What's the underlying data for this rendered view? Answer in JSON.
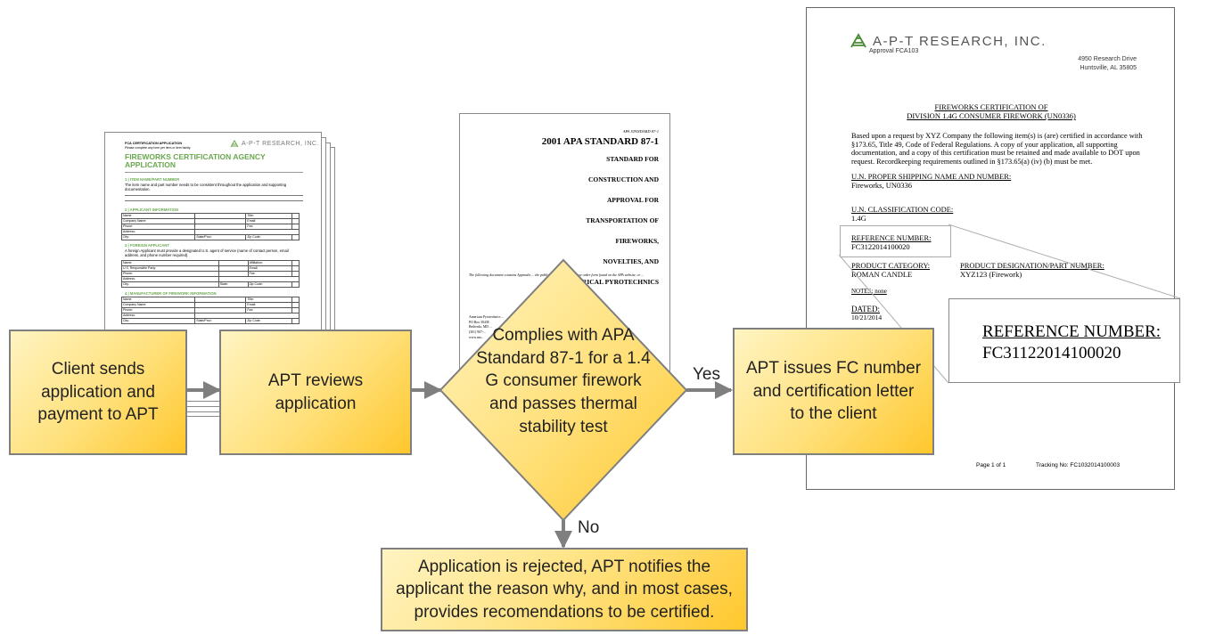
{
  "flow": {
    "step1": "Client sends\napplication and\npayment to APT",
    "step2": "APT reviews\napplication",
    "decision": "Complies with APA\nStandard 87-1 for a 1.4\nG consumer firework\nand passes thermal\nstability test",
    "yes_label": "Yes",
    "no_label": "No",
    "step3": "APT issues FC number\nand certification letter\nto the client",
    "rejected": "Application is rejected, APT notifies the\napplicant the reason why, and in most cases,\nprovides recomendations to be certified."
  },
  "application_form": {
    "header_small": "FCA CERTIFICATION APPLICATION",
    "header_sub": "Please complete any form per item or item family.",
    "logo": "A-P-T RESEARCH, INC.",
    "title": "FIREWORKS CERTIFICATION AGENCY\nAPPLICATION",
    "s1_title": "1 | ITEM NAME/PART NUMBER",
    "s1_text": "The item name and part number needs to be consistent throughout the application and supporting documentation.",
    "s2_title": "2 | APPLICANT INFORMATION",
    "s2_rows": [
      [
        "Name:",
        "Title:"
      ],
      [
        "Company Name:",
        "Email:"
      ],
      [
        "Phone:",
        "Fax:"
      ],
      [
        "Address:",
        ""
      ],
      [
        "City:",
        "State/Prov:",
        "Zip Code:"
      ]
    ],
    "s3_title": "3 | FOREIGN APPLICANT",
    "s3_text": "A foreign Applicant must provide a designated U.S. agent of service (name of contact person, email address, and phone number required).",
    "s3_rows": [
      [
        "Name:",
        "Affiliation:"
      ],
      [
        "U.S. Responsible Party:",
        "Email:"
      ],
      [
        "Phone:",
        "Fax:"
      ],
      [
        "Address:",
        ""
      ],
      [
        "City:",
        "State:",
        "Zip Code:"
      ]
    ],
    "s4_title": "4 | MANUFACTURER OF FIREWORK INFORMATION",
    "s4_rows": [
      [
        "Name:",
        "Title:"
      ],
      [
        "Company Name:",
        "Email:"
      ],
      [
        "Phone:",
        "Fax:"
      ],
      [
        "Address:",
        ""
      ],
      [
        "City:",
        "State/Prov:",
        "Zip Code:"
      ]
    ]
  },
  "apa_doc": {
    "header": "APA STANDARD 87-1",
    "title": "2001 APA STANDARD 87-1",
    "lines": [
      "STANDARD FOR",
      "CONSTRUCTION AND",
      "APPROVAL FOR",
      "TRANSPORTATION OF",
      "FIREWORKS,",
      "NOVELTIES, AND",
      "THEATRICAL PYROTECHNICS"
    ],
    "note": "The following document contains Appendix ... the publication in its entirety use order form found on the APA website, or ...",
    "address": [
      "American Pyrotechnics ...",
      "PO Box 30438",
      "Bethesda, MD ...",
      "(301) 907-...",
      "www.am..."
    ]
  },
  "letter": {
    "logo": "A-P-T RESEARCH, INC.",
    "approval": "Approval FCA103",
    "address1": "4950 Research Drive",
    "address2": "Huntsville, AL 35805",
    "title1": "FIREWORKS CERTIFICATION OF",
    "title2": "DIVISION 1.4G CONSUMER FIREWORK (UN0336)",
    "body": "Based upon a request by XYZ Company the following item(s) is (are) certified in accordance with §173.65, Title 49, Code of Federal Regulations. A copy of your application, all supporting documentation, and a copy of this certification must be retained and made available to DOT upon request. Recordkeeping requirements outlined in §173.65(a) (iv) (b) must be met.",
    "shipping_label": "U.N. PROPER SHIPPING NAME AND NUMBER:",
    "shipping_value": "Fireworks, UN0336",
    "class_label": "U.N. CLASSIFICATION CODE:",
    "class_value": "1.4G",
    "ref_label": "REFERENCE NUMBER:",
    "ref_value": "FC3122014100020",
    "cat_label": "PRODUCT CATEGORY:",
    "cat_value": "ROMAN CANDLE",
    "desig_label": "PRODUCT DESIGNATION/PART NUMBER:",
    "desig_value": "XYZ123 (Firework)",
    "notes": "NOTES: none",
    "dated_label": "DATED:",
    "dated_value": "10/21/2014",
    "page": "Page 1 of 1",
    "tracking": "Tracking No:  FC1032014100003"
  },
  "callout": {
    "label": "REFERENCE NUMBER:",
    "value": "FC31122014100020"
  },
  "colors": {
    "box_fill_light": "#fff4c2",
    "box_fill_dark": "#ffc72c",
    "border": "#7f7f7f",
    "logo_green": "#6aa84f"
  }
}
